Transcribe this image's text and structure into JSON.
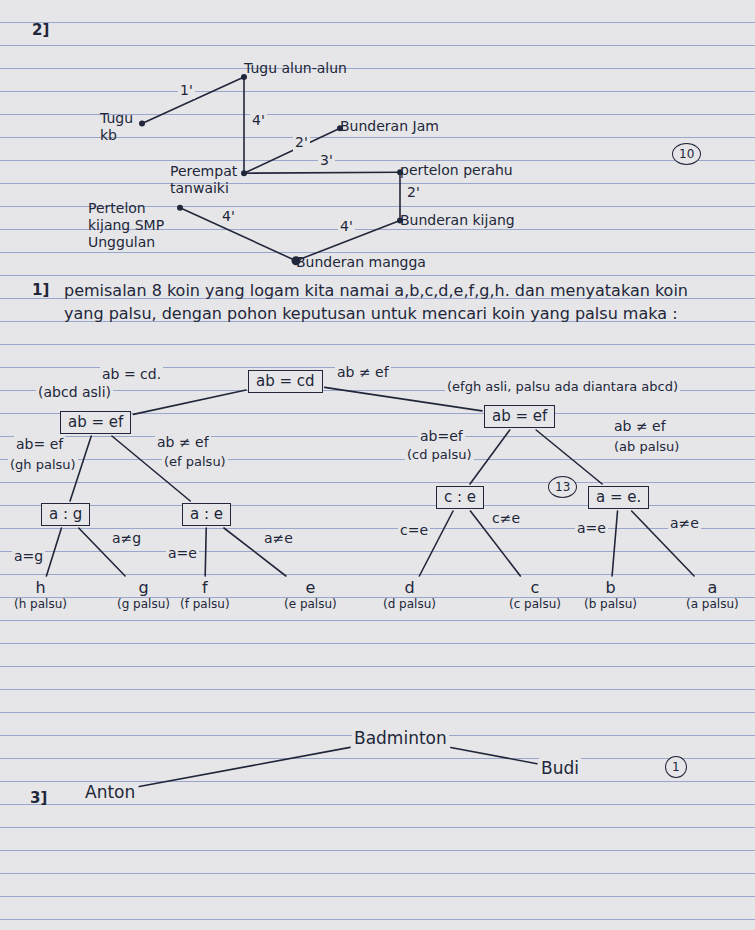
{
  "diagram": {
    "nodes": [
      {
        "text": [
          "Tugu alun-alun"
        ]
      },
      {
        "text": [
          "Tugu kb"
        ]
      },
      {
        "text": [
          "Bunderan Jam"
        ]
      },
      {
        "text": [
          "Perempat tanwaiki"
        ]
      },
      {
        "text": [
          "pertelon perahu"
        ]
      },
      {
        "text": [
          "Bunderan kijang"
        ]
      },
      {
        "text": [
          "Pertelon kijang SMP Unggulan"
        ]
      },
      {
        "text": [
          "Bunderan mangga"
        ]
      },
      {
        "text": [
          "ab = cd"
        ]
      },
      {
        "text": [
          "ab = ef"
        ]
      },
      {
        "text": [
          "ab = ef"
        ]
      },
      {
        "text": [
          "a : g"
        ]
      },
      {
        "text": [
          "a : e"
        ]
      },
      {
        "text": [
          "c : e"
        ]
      },
      {
        "text": [
          "a = e."
        ]
      },
      {
        "text": [
          "h",
          "(h palsu)"
        ]
      },
      {
        "text": [
          "g",
          "(g palsu)"
        ]
      },
      {
        "text": [
          "f",
          "(f palsu)"
        ]
      },
      {
        "text": [
          "e",
          "(e palsu)"
        ]
      },
      {
        "text": [
          "d",
          "(d palsu)"
        ]
      },
      {
        "text": [
          "c",
          "(c palsu)"
        ]
      },
      {
        "text": [
          "b",
          "(b palsu)"
        ]
      },
      {
        "text": [
          "a",
          "(a palsu)"
        ]
      },
      {
        "text": [
          "Badminton"
        ]
      },
      {
        "text": [
          "Anton"
        ]
      },
      {
        "text": [
          "Budi"
        ]
      }
    ],
    "edges": [
      {
        "from": 1,
        "to": 0,
        "label": "1'",
        "arrow": "none"
      },
      {
        "from": 0,
        "to": 3,
        "label": "4'",
        "arrow": "none"
      },
      {
        "from": 3,
        "to": 2,
        "label": "2'",
        "arrow": "none"
      },
      {
        "from": 3,
        "to": 4,
        "label": "3'",
        "arrow": "none"
      },
      {
        "from": 4,
        "to": 5,
        "label": "2'",
        "arrow": "none"
      },
      {
        "from": 5,
        "to": 7,
        "label": "4'",
        "arrow": "none"
      },
      {
        "from": 6,
        "to": 7,
        "label": "4'",
        "arrow": "none"
      },
      {
        "from": 8,
        "to": 9,
        "label": "ab = cd.",
        "arrow": "none"
      },
      {
        "from": 8,
        "to": 10,
        "label": "ab ≠ ef",
        "arrow": "none"
      },
      {
        "from": 9,
        "to": 11,
        "label": "ab= ef",
        "arrow": "none"
      },
      {
        "from": 9,
        "to": 12,
        "label": "ab ≠ ef",
        "arrow": "none"
      },
      {
        "from": 10,
        "to": 13,
        "label": "ab=ef",
        "arrow": "none"
      },
      {
        "from": 10,
        "to": 14,
        "label": "ab ≠ ef",
        "arrow": "none"
      },
      {
        "from": 11,
        "to": 15,
        "label": "a=g",
        "arrow": "none"
      },
      {
        "from": 11,
        "to": 16,
        "label": "a≠g",
        "arrow": "none"
      },
      {
        "from": 12,
        "to": 17,
        "label": "a=e",
        "arrow": "none"
      },
      {
        "from": 12,
        "to": 18,
        "label": "a≠e",
        "arrow": "none"
      },
      {
        "from": 13,
        "to": 19,
        "label": "c=e",
        "arrow": "none"
      },
      {
        "from": 13,
        "to": 20,
        "label": "c≠e",
        "arrow": "none"
      },
      {
        "from": 14,
        "to": 21,
        "label": "a=e",
        "arrow": "none"
      },
      {
        "from": 14,
        "to": 22,
        "label": "a≠e",
        "arrow": "none"
      },
      {
        "from": 23,
        "to": 24,
        "arrow": "none"
      },
      {
        "from": 23,
        "to": 25,
        "arrow": "none"
      }
    ],
    "labels": [
      "2]",
      "10",
      "1]",
      "pemisalan 8 koin yang logam kita namai a,b,c,d,e,f,g,h. dan menyatakan koin yang palsu, dengan pohon keputusan untuk mencari koin yang palsu maka :",
      "(abcd asli)",
      "(efgh asli, palsu ada diantara abcd)",
      "(gh palsu)",
      "(ef palsu)",
      "(cd palsu)",
      "(ab palsu)",
      "13",
      "3]",
      "1"
    ]
  }
}
